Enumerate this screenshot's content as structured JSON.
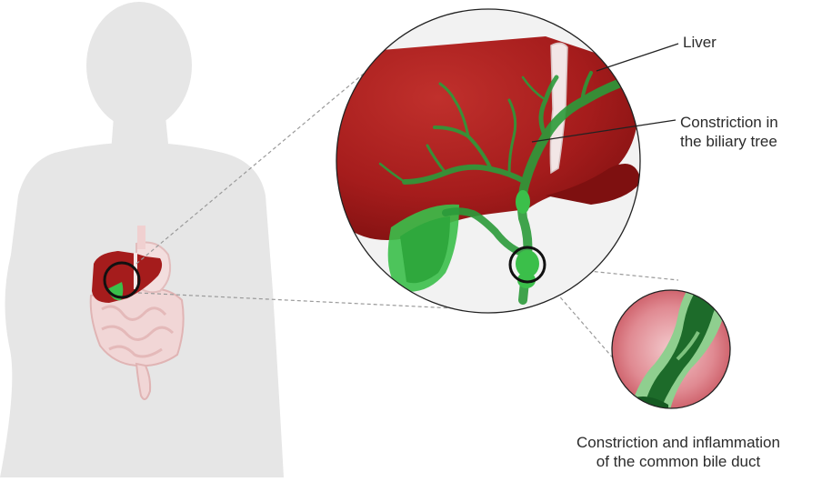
{
  "labels": {
    "liver": "Liver",
    "biliary_tree_line1": "Constriction in",
    "biliary_tree_line2": "the biliary tree",
    "bile_duct_line1": "Constriction and inflammation",
    "bile_duct_line2": "of the common bile duct"
  },
  "colors": {
    "silhouette": "#e6e6e6",
    "liver": "#a51c1c",
    "liver_dark": "#7e1010",
    "bile": "#3bbf4a",
    "bile_dark": "#1d6b2a",
    "duct_wall": "#8fcf8f",
    "inflamed_tissue": "#d46a72",
    "leader_line": "#9a9a9a"
  }
}
